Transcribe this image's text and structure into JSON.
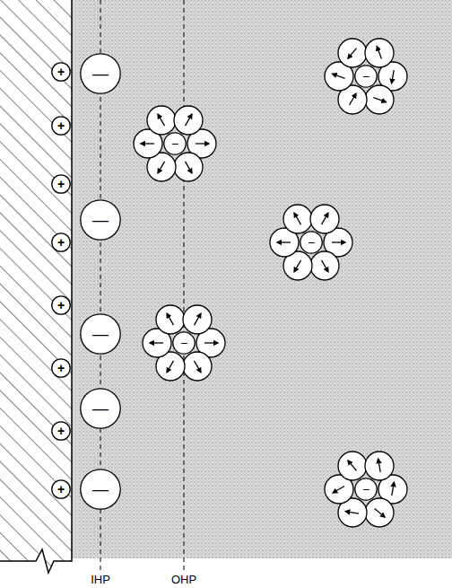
{
  "diagram": {
    "nodes": [
      {
        "text": [
          "+"
        ]
      },
      {
        "text": [
          "+"
        ]
      },
      {
        "text": [
          "+"
        ]
      },
      {
        "text": [
          "+"
        ]
      },
      {
        "text": [
          "+"
        ]
      },
      {
        "text": [
          "+"
        ]
      },
      {
        "text": [
          "+"
        ]
      },
      {
        "text": [
          "+"
        ]
      },
      {
        "text": [
          "—"
        ]
      },
      {
        "text": [
          "—"
        ]
      },
      {
        "text": [
          "—"
        ]
      },
      {
        "text": [
          "—"
        ]
      },
      {
        "text": [
          "—"
        ]
      },
      {
        "text": [
          "−"
        ]
      },
      {
        "text": [
          "−"
        ]
      },
      {
        "text": [
          "−"
        ]
      },
      {
        "text": [
          "−"
        ]
      },
      {
        "text": [
          "−"
        ]
      }
    ],
    "labels": [
      "IHP",
      "OHP"
    ]
  }
}
